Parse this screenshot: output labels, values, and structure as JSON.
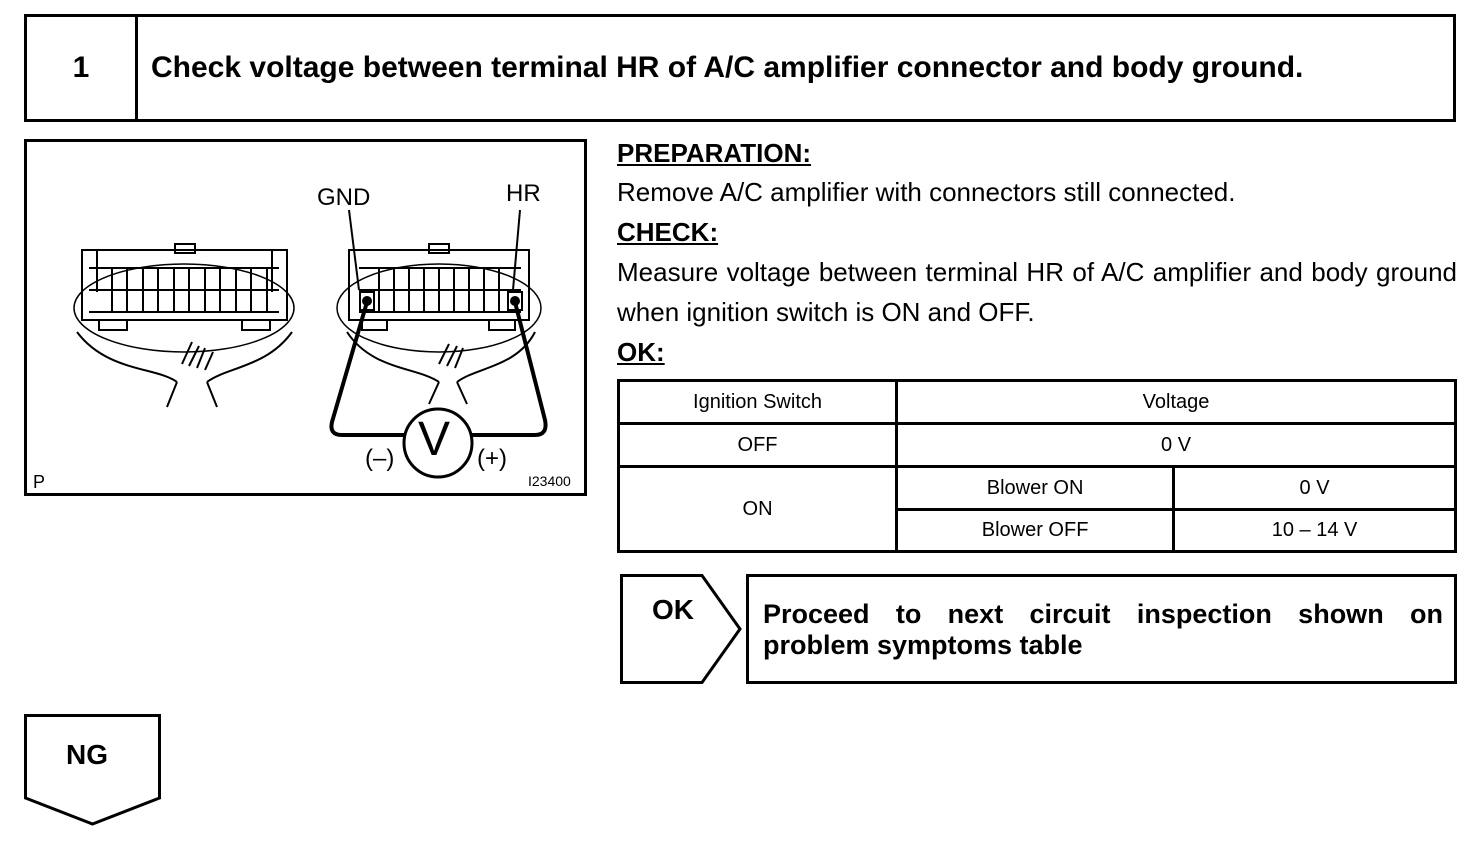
{
  "header": {
    "step_number": "1",
    "title": "Check voltage between terminal HR of A/C amplifier connector and body ground."
  },
  "figure": {
    "label_gnd": "GND",
    "label_hr": "HR",
    "meter_symbol": "V",
    "minus_label": "(–)",
    "plus_label": "(+)",
    "corner_label": "P",
    "figure_id": "I23400"
  },
  "preparation": {
    "heading": "PREPARATION:",
    "text": "Remove A/C amplifier with connectors still connected."
  },
  "check": {
    "heading": "CHECK:",
    "text": "Measure voltage between terminal HR of A/C amplifier and body ground when ignition switch is ON and OFF."
  },
  "ok_section": {
    "heading": "OK:"
  },
  "table": {
    "col1_header": "Ignition Switch",
    "col2_header": "Voltage",
    "row_off_switch": "OFF",
    "row_off_voltage": "0 V",
    "row_on_switch": "ON",
    "row_on_sub1_condition": "Blower ON",
    "row_on_sub1_voltage": "0 V",
    "row_on_sub2_condition": "Blower OFF",
    "row_on_sub2_voltage": "10 – 14 V"
  },
  "result_ok": {
    "label": "OK",
    "text": "Proceed to next circuit inspection shown on problem symptoms table"
  },
  "result_ng": {
    "label": "NG"
  }
}
